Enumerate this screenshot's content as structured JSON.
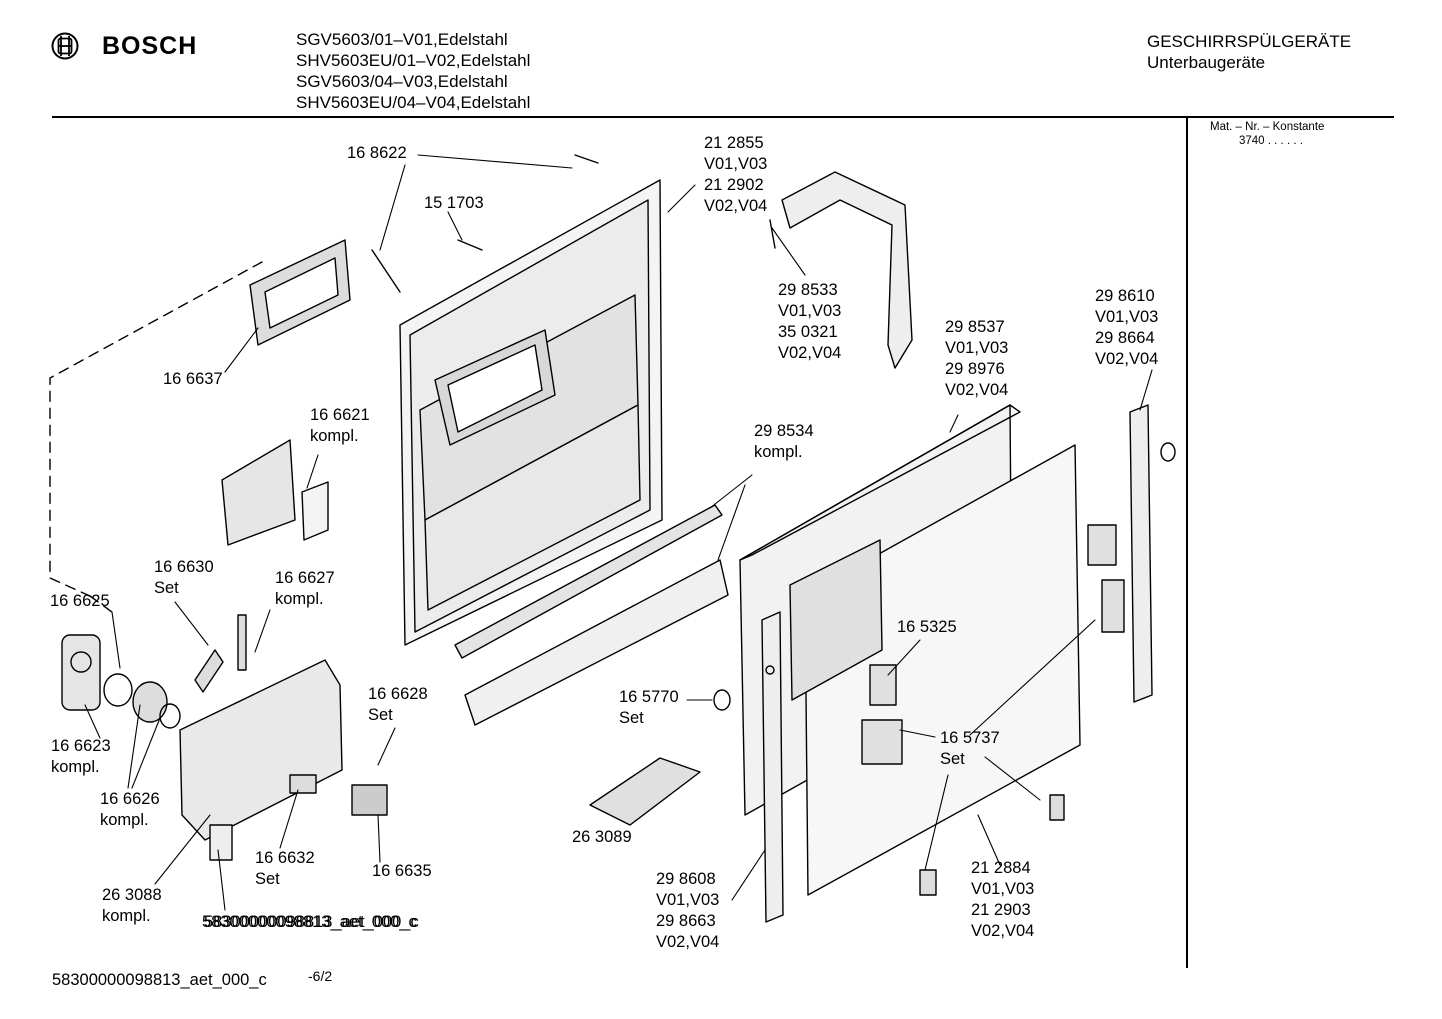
{
  "header": {
    "brand": "BOSCH",
    "models": [
      "SGV5603/01–V01,Edelstahl",
      "SHV5603EU/01–V02,Edelstahl",
      "SGV5603/04–V03,Edelstahl",
      "SHV5603EU/04–V04,Edelstahl"
    ],
    "category": [
      "GESCHIRRSPÜLGERÄTE",
      "Unterbaugeräte"
    ],
    "constant_label": "Mat. – Nr. – Konstante",
    "constant_value": "3740 . . . . . ."
  },
  "icons": {
    "brand": "bosch-armature-icon"
  },
  "parts": [
    {
      "id": "p-168622",
      "lines": [
        "16 8622"
      ]
    },
    {
      "id": "p-151703",
      "lines": [
        "15 1703"
      ]
    },
    {
      "id": "p-212855",
      "lines": [
        "21 2855",
        "V01,V03",
        "21 2902",
        "V02,V04"
      ]
    },
    {
      "id": "p-298533",
      "lines": [
        "29 8533",
        "V01,V03",
        "35 0321",
        "V02,V04"
      ]
    },
    {
      "id": "p-298610",
      "lines": [
        "29 8610",
        "V01,V03",
        "29 8664",
        "V02,V04"
      ]
    },
    {
      "id": "p-298537",
      "lines": [
        "29 8537",
        "V01,V03",
        "29 8976",
        "V02,V04"
      ]
    },
    {
      "id": "p-166637",
      "lines": [
        "16 6637"
      ]
    },
    {
      "id": "p-166621",
      "lines": [
        "16 6621",
        "kompl."
      ]
    },
    {
      "id": "p-298534",
      "lines": [
        "29 8534",
        "kompl."
      ]
    },
    {
      "id": "p-166630",
      "lines": [
        "16 6630",
        "Set"
      ]
    },
    {
      "id": "p-166627",
      "lines": [
        "16 6627",
        "kompl."
      ]
    },
    {
      "id": "p-166625",
      "lines": [
        "16 6625"
      ]
    },
    {
      "id": "p-165325",
      "lines": [
        "16 5325"
      ]
    },
    {
      "id": "p-166628",
      "lines": [
        "16 6628",
        "Set"
      ]
    },
    {
      "id": "p-165770",
      "lines": [
        "16 5770",
        "Set"
      ]
    },
    {
      "id": "p-166623",
      "lines": [
        "16 6623",
        "kompl."
      ]
    },
    {
      "id": "p-165737",
      "lines": [
        "16 5737",
        "Set"
      ]
    },
    {
      "id": "p-166626",
      "lines": [
        "16 6626",
        "kompl."
      ]
    },
    {
      "id": "p-263089",
      "lines": [
        "26 3089"
      ]
    },
    {
      "id": "p-166632",
      "lines": [
        "16 6632",
        "Set"
      ]
    },
    {
      "id": "p-166635",
      "lines": [
        "16 6635"
      ]
    },
    {
      "id": "p-212884",
      "lines": [
        "21 2884",
        "V01,V03",
        "21 2903",
        "V02,V04"
      ]
    },
    {
      "id": "p-298608",
      "lines": [
        "29 8608",
        "V01,V03",
        "29 8663",
        "V02,V04"
      ]
    },
    {
      "id": "p-263088",
      "lines": [
        "26 3088",
        "kompl."
      ]
    }
  ],
  "overlap_text": "58300000098813_aet_000_c",
  "footer": {
    "doc_id": "58300000098813_aet_000_c",
    "page": "-6/2"
  }
}
